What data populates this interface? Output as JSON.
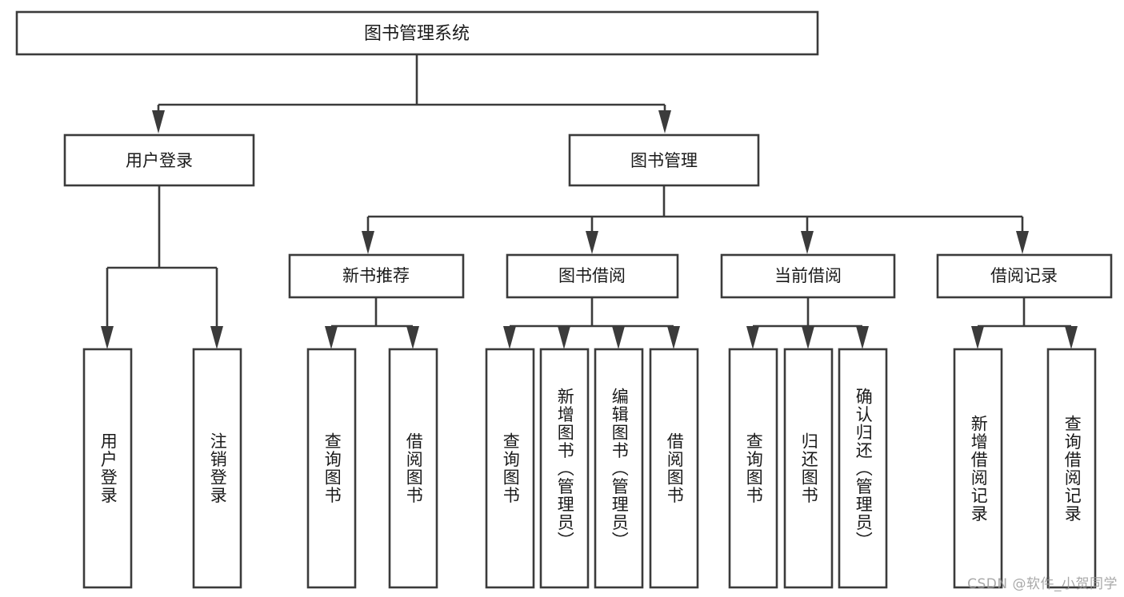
{
  "diagram": {
    "type": "tree-hierarchy",
    "title": "图书管理系统",
    "watermark": "CSDN @软件_小贺同学",
    "colors": {
      "stroke": "#3b3b3b",
      "fill": "#ffffff",
      "text": "#1a1a1a",
      "watermark": "#9a9a9a"
    },
    "root": {
      "label": "图书管理系统",
      "level": 0
    },
    "level1": [
      {
        "label": "用户登录"
      },
      {
        "label": "图书管理"
      }
    ],
    "level2": [
      {
        "label": "新书推荐",
        "parent": "图书管理"
      },
      {
        "label": "图书借阅",
        "parent": "图书管理"
      },
      {
        "label": "当前借阅",
        "parent": "图书管理"
      },
      {
        "label": "借阅记录",
        "parent": "图书管理"
      }
    ],
    "leaves": {
      "user_login": [
        {
          "label": "用户登录"
        },
        {
          "label": "注销登录"
        }
      ],
      "new_book": [
        {
          "label": "查询图书"
        },
        {
          "label": "借阅图书"
        }
      ],
      "book_borrow": [
        {
          "label": "查询图书"
        },
        {
          "label": "新增图书（管理员）"
        },
        {
          "label": "编辑图书（管理员）"
        },
        {
          "label": "借阅图书"
        }
      ],
      "current_borrow": [
        {
          "label": "查询图书"
        },
        {
          "label": "归还图书"
        },
        {
          "label": "确认归还（管理员）"
        }
      ],
      "borrow_record": [
        {
          "label": "新增借阅记录"
        },
        {
          "label": "查询借阅记录"
        }
      ]
    }
  }
}
